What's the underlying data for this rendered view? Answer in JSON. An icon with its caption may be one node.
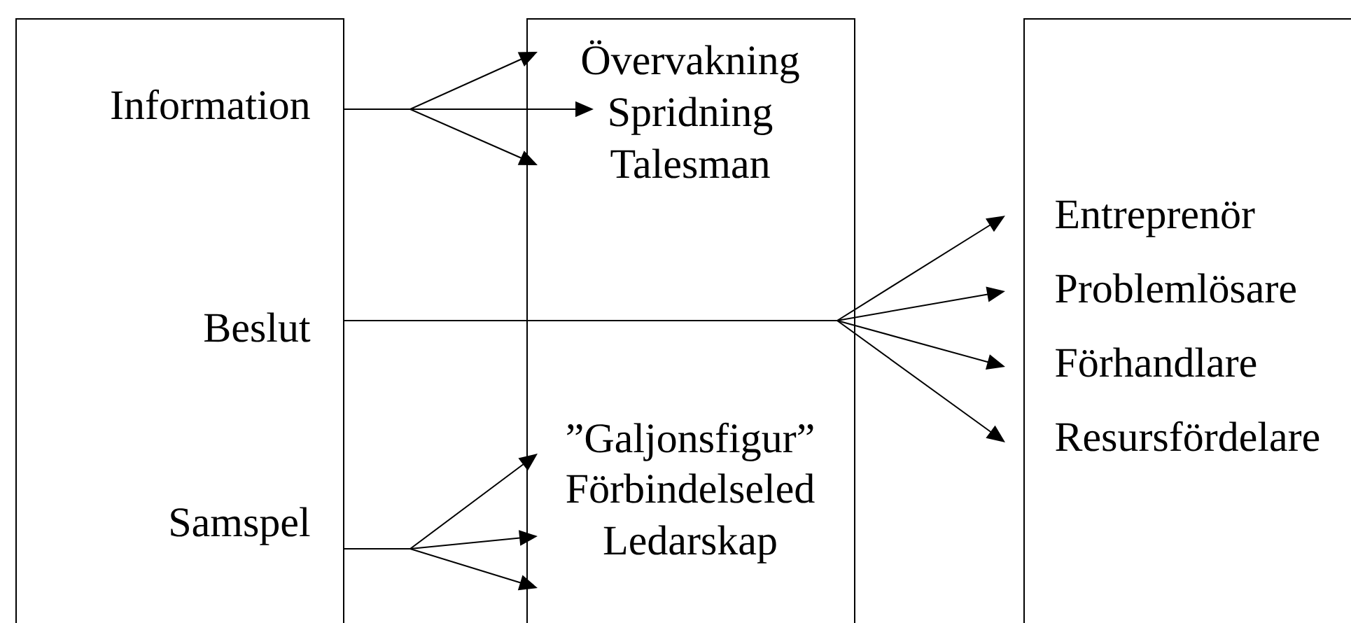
{
  "diagram": {
    "nodes": [
      {
        "text": [],
        "shape": "box"
      },
      {
        "text": [
          "Information"
        ],
        "in": 0
      },
      {
        "text": [
          "Beslut"
        ],
        "in": 0
      },
      {
        "text": [
          "Samspel"
        ],
        "in": 0
      },
      {
        "text": [],
        "shape": "box"
      },
      {
        "text": [
          "Övervakning"
        ],
        "in": 4
      },
      {
        "text": [
          "Spridning"
        ],
        "in": 4
      },
      {
        "text": [
          "Talesman"
        ],
        "in": 4
      },
      {
        "text": [
          "”Galjonsfigur”"
        ],
        "in": 4
      },
      {
        "text": [
          "Förbindelseled"
        ],
        "in": 4
      },
      {
        "text": [
          "Ledarskap"
        ],
        "in": 4
      },
      {
        "text": [],
        "shape": "box"
      },
      {
        "text": [
          "Entreprenör"
        ],
        "in": 11
      },
      {
        "text": [
          "Problemlösare"
        ],
        "in": 11
      },
      {
        "text": [
          "Förhandlare"
        ],
        "in": 11
      },
      {
        "text": [
          "Resursfördelare"
        ],
        "in": 11
      }
    ],
    "edges": [
      {
        "from": 1,
        "to": 5,
        "arrow": "to"
      },
      {
        "from": 1,
        "to": 6,
        "arrow": "to"
      },
      {
        "from": 1,
        "to": 7,
        "arrow": "to"
      },
      {
        "from": 2,
        "to": 12,
        "arrow": "to"
      },
      {
        "from": 2,
        "to": 13,
        "arrow": "to"
      },
      {
        "from": 2,
        "to": 14,
        "arrow": "to"
      },
      {
        "from": 2,
        "to": 15,
        "arrow": "to"
      },
      {
        "from": 3,
        "to": 8,
        "arrow": "to"
      },
      {
        "from": 3,
        "to": 9,
        "arrow": "to"
      },
      {
        "from": 3,
        "to": 10,
        "arrow": "to"
      }
    ]
  }
}
